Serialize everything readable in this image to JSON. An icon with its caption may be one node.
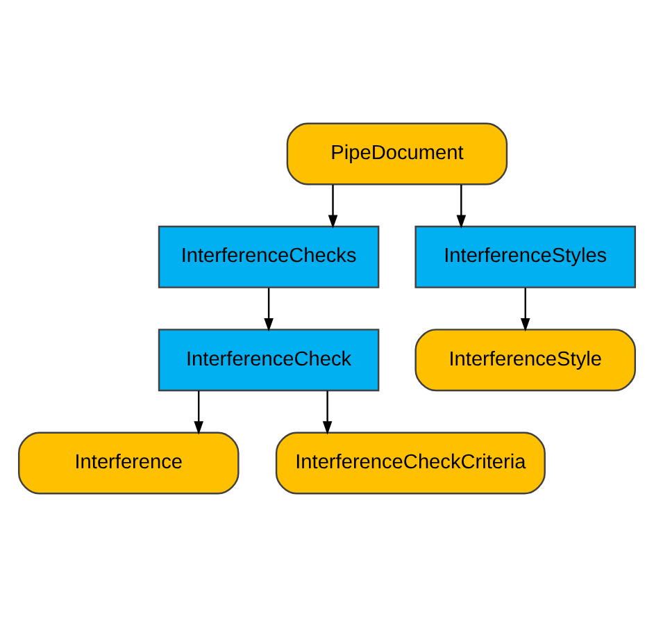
{
  "diagram": {
    "nodes": [
      {
        "text": [
          "PipeDocument"
        ]
      },
      {
        "text": [
          "InterferenceChecks"
        ]
      },
      {
        "text": [
          "InterferenceCheck"
        ]
      },
      {
        "text": [
          "Interference"
        ]
      },
      {
        "text": [
          "InterferenceCheckCriteria"
        ]
      },
      {
        "text": [
          "InterferenceStyles"
        ]
      },
      {
        "text": [
          "InterferenceStyle"
        ]
      }
    ],
    "edges": [
      {
        "from": 0,
        "to": 1,
        "arrow": "to"
      },
      {
        "from": 1,
        "to": 2,
        "arrow": "to"
      },
      {
        "from": 2,
        "to": 3,
        "arrow": "to"
      },
      {
        "from": 2,
        "to": 4,
        "arrow": "to"
      },
      {
        "from": 0,
        "to": 5,
        "arrow": "to"
      },
      {
        "from": 5,
        "to": 6,
        "arrow": "to"
      }
    ]
  }
}
